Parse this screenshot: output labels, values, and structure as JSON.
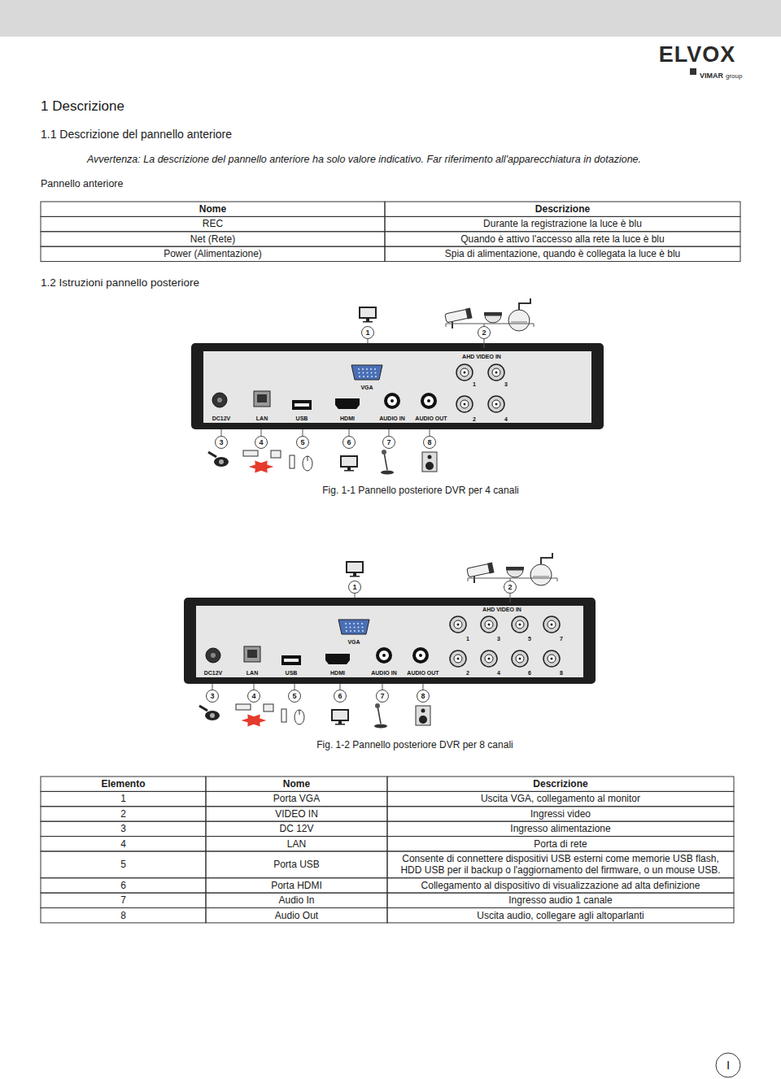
{
  "diagram": {
    "title": "1 Descrizione",
    "labels": [
      "1.1 Descrizione del pannello anteriore",
      "Avvertenza: La descrizione del pannello anteriore ha solo valore indicativo. Far riferimento all'apparecchiatura in dotazione.",
      "Pannello anteriore",
      "Nome",
      "Descrizione",
      "REC",
      "Durante la registrazione la luce è blu",
      "Net (Rete)",
      "Quando è attivo l'accesso alla rete la luce è blu",
      "Power (Alimentazione)",
      "Spia di alimentazione, quando è collegata la luce è blu",
      "1.2 Istruzioni pannello posteriore",
      "AHD VIDEO IN",
      "VGA",
      "DC12V",
      "LAN",
      "USB",
      "HDMI",
      "AUDIO IN",
      "AUDIO OUT",
      "1",
      "3",
      "2",
      "4",
      "1",
      "2",
      "3",
      "4",
      "5",
      "6",
      "7",
      "8",
      "Fig. 1-1 Pannello posteriore DVR per 4 canali",
      "AHD VIDEO IN",
      "VGA",
      "DC12V",
      "LAN",
      "USB",
      "HDMI",
      "AUDIO IN",
      "AUDIO OUT",
      "1",
      "3",
      "5",
      "7",
      "2",
      "4",
      "6",
      "8",
      "1",
      "2",
      "3",
      "4",
      "5",
      "6",
      "7",
      "8",
      "Fig. 1-2 Pannello posteriore DVR per 8 canali",
      "Elemento",
      "Nome",
      "Descrizione",
      "1",
      "Porta VGA",
      "Uscita VGA, collegamento al monitor",
      "2",
      "VIDEO IN",
      "Ingressi video",
      "3",
      "DC 12V",
      "Ingresso alimentazione",
      "4",
      "LAN",
      "Porta di rete",
      "5",
      "Porta USB",
      "Consente di connettere dispositivi USB esterni come memorie USB flash, HDD USB per il backup o l'aggiornamento del firmware, o un mouse USB.",
      "6",
      "Porta HDMI",
      "Collegamento al dispositivo di visualizzazione ad alta definizione",
      "7",
      "Audio In",
      "Ingresso audio 1 canale",
      "8",
      "Audio Out",
      "Uscita audio, collegare agli altoparlanti",
      "I",
      "ELVOX",
      "VIMAR",
      "group"
    ]
  }
}
